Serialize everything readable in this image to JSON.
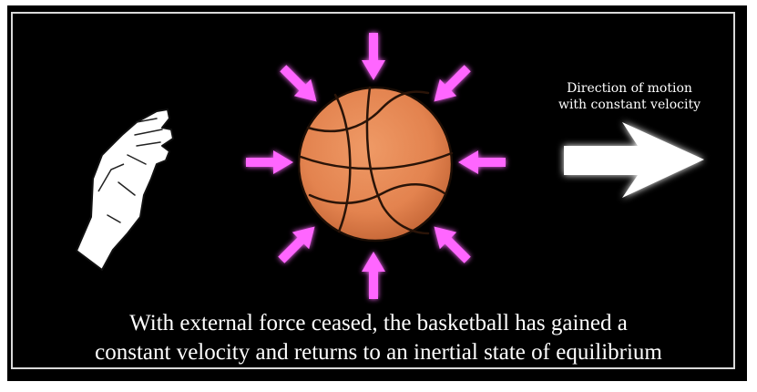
{
  "motion_label": {
    "line1": "Direction of motion",
    "line2": "with constant velocity"
  },
  "caption": {
    "line1": "With external force ceased, the basketball has gained a",
    "line2": "constant velocity and returns to an inertial state of equilibrium"
  },
  "colors": {
    "background": "#000000",
    "frame_border": "#d9d9d9",
    "force_arrows": "#ff66ff",
    "ball": "#e3834f",
    "ball_seams": "#2a1408",
    "motion_arrow": "#ffffff",
    "text": "#ffffff"
  },
  "icons": [
    "hand-icon",
    "basketball-icon",
    "force-arrow-icon",
    "motion-arrow-icon"
  ]
}
